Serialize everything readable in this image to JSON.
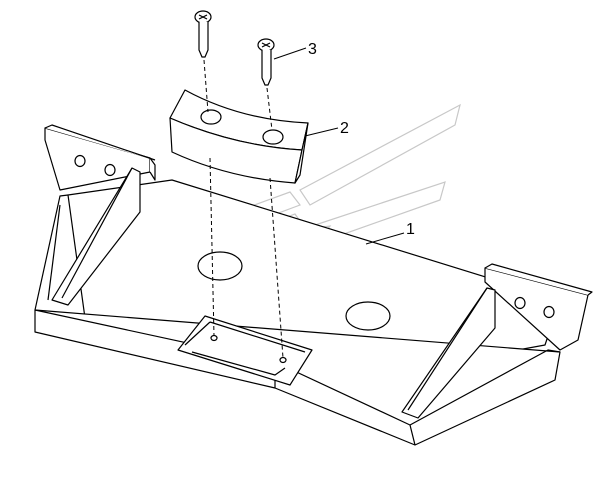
{
  "diagram": {
    "callouts": [
      {
        "id": "plate",
        "label": "1"
      },
      {
        "id": "block",
        "label": "2"
      },
      {
        "id": "screw",
        "label": "3"
      }
    ]
  },
  "colors": {
    "line": "#000000",
    "background": "#ffffff",
    "watermark": "#c8c8c8"
  }
}
